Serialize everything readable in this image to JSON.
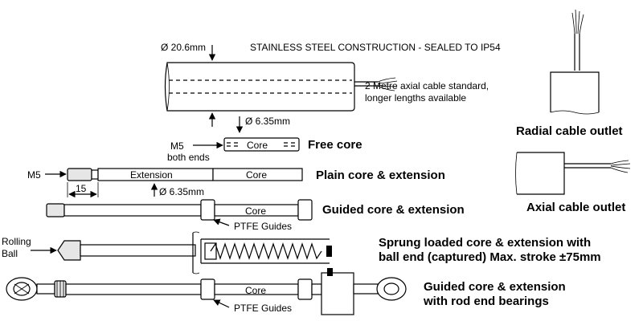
{
  "labels": {
    "dia_body": "Ø 20.6mm",
    "construction": "STAINLESS STEEL CONSTRUCTION - SEALED TO IP54",
    "cable_line1": "2 Metre axial cable standard,",
    "cable_line2": "longer lengths available",
    "dia_core": "Ø 6.35mm",
    "m5_a": "M5",
    "both_ends": "both ends",
    "core_free": "Core",
    "free_core": "Free core",
    "m5_b": "M5",
    "extension": "Extension",
    "core_plain": "Core",
    "plain_title": "Plain core & extension",
    "dim_15": "15",
    "dia_ext": "Ø 6.35mm",
    "core_guided": "Core",
    "guided_title": "Guided core & extension",
    "ptfe_1": "PTFE Guides",
    "rolling": "Rolling",
    "ball": "Ball",
    "sprung_line1": "Sprung loaded core & extension with",
    "sprung_line2": "ball end (captured) Max. stroke ±75mm",
    "core_rod": "Core",
    "rod_line1": "Guided core & extension",
    "rod_line2": "with rod end bearings",
    "ptfe_2": "PTFE Guides",
    "radial_title": "Radial cable outlet",
    "axial_title": "Axial cable outlet"
  }
}
